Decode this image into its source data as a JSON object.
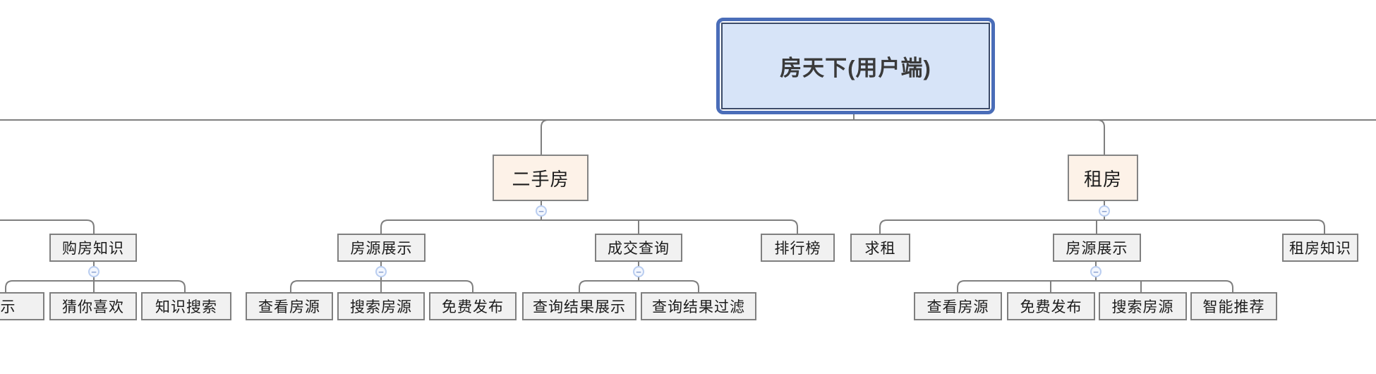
{
  "tree": {
    "root": {
      "label": "房天下(用户端)"
    },
    "subtrees": [
      {
        "children": [
          {
            "label": "购房知识",
            "children": [
              {
                "label": "展示"
              },
              {
                "label": "猜你喜欢"
              },
              {
                "label": "知识搜索"
              }
            ]
          }
        ]
      },
      {
        "label": "二手房",
        "children": [
          {
            "label": "房源展示",
            "children": [
              {
                "label": "查看房源"
              },
              {
                "label": "搜索房源"
              },
              {
                "label": "免费发布"
              }
            ]
          },
          {
            "label": "成交查询",
            "children": [
              {
                "label": "查询结果展示"
              },
              {
                "label": "查询结果过滤"
              }
            ]
          },
          {
            "label": "排行榜"
          }
        ]
      },
      {
        "label": "租房",
        "children": [
          {
            "label": "求租"
          },
          {
            "label": "房源展示",
            "children": [
              {
                "label": "查看房源"
              },
              {
                "label": "免费发布"
              },
              {
                "label": "搜索房源"
              },
              {
                "label": "智能推荐"
              }
            ]
          },
          {
            "label": "租房知识"
          }
        ]
      }
    ]
  },
  "ui": {
    "collapse_glyph": "−"
  },
  "colors": {
    "root_fill": "#d7e4f8",
    "root_selection_border": "#4a6db8",
    "root_inner_border": "#3b4a68",
    "branch_fill": "#fdf2e8",
    "topic_fill": "#f1f1f1",
    "box_border": "#7f7f7f",
    "connector": "#7f7f7f",
    "collapse_circle_border": "#b9cdf0",
    "collapse_glyph_color": "#8a9fd0"
  }
}
